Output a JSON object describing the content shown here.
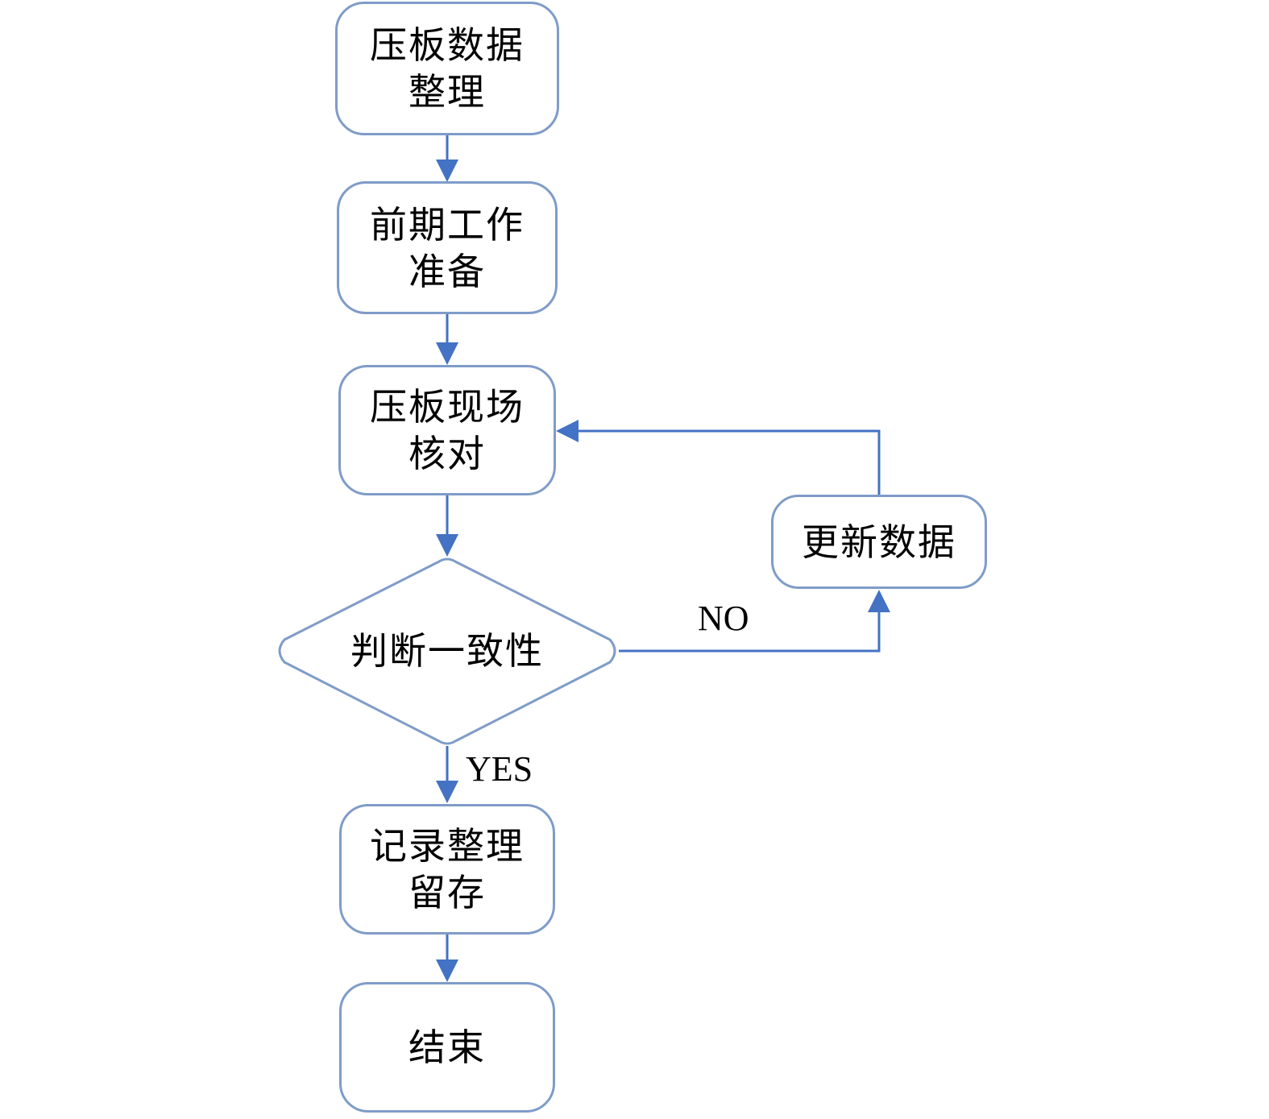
{
  "diagram": {
    "nodes": [
      {
        "id": "n1",
        "text": "压板数据\n整理"
      },
      {
        "id": "n2",
        "text": "前期工作\n准备"
      },
      {
        "id": "n3",
        "text": "压板现场\n核对"
      },
      {
        "id": "decision",
        "text": "判断一致性"
      },
      {
        "id": "update",
        "text": "更新数据"
      },
      {
        "id": "n5",
        "text": "记录整理\n留存"
      },
      {
        "id": "end",
        "text": "结束"
      }
    ],
    "edges": {
      "no_label": "NO",
      "yes_label": "YES"
    },
    "colors": {
      "box_border": "#7f9cc8",
      "arrow": "#4472c4"
    }
  }
}
